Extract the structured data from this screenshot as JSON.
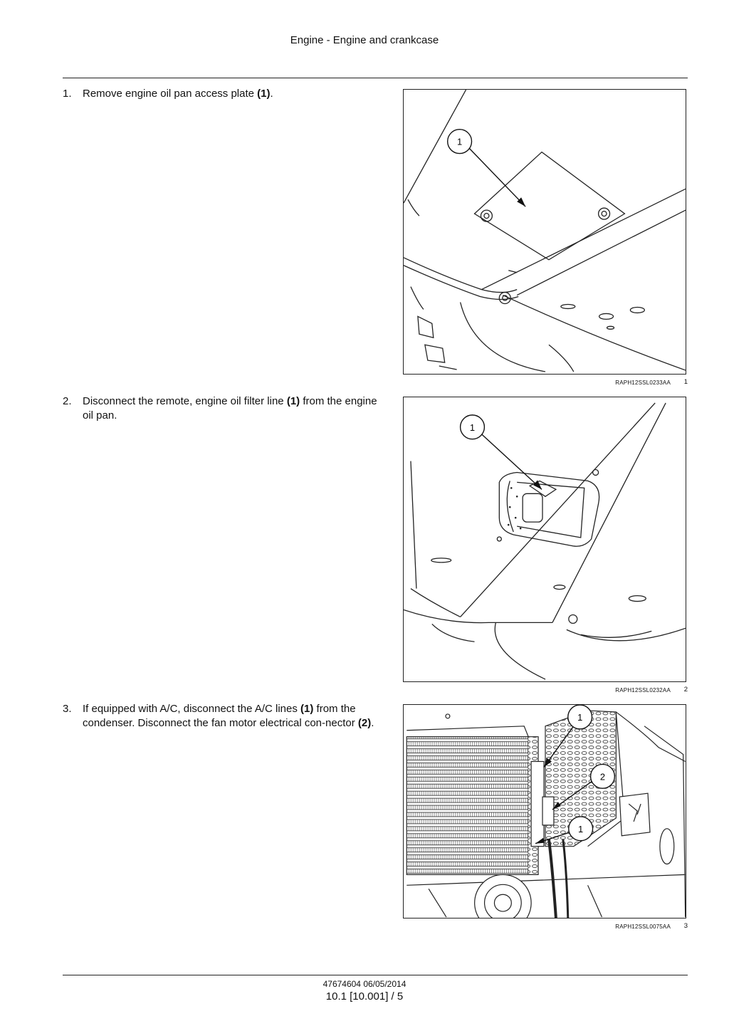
{
  "header": {
    "title": "Engine - Engine and crankcase"
  },
  "steps": [
    {
      "number": "1.",
      "text_parts": [
        "Remove engine oil pan access plate ",
        "(1)",
        "."
      ],
      "figure": {
        "ref": "RAPH12SSL0233AA",
        "number": "1",
        "callouts": [
          "1"
        ]
      }
    },
    {
      "number": "2.",
      "text_parts": [
        "Disconnect the remote, engine oil filter line ",
        "(1)",
        " from the engine oil pan."
      ],
      "figure": {
        "ref": "RAPH12SSL0232AA",
        "number": "2",
        "callouts": [
          "1"
        ]
      }
    },
    {
      "number": "3.",
      "text_parts": [
        "If equipped with A/C, disconnect the A/C lines ",
        "(1)",
        " from the condenser.  Disconnect the fan motor electrical con-nector ",
        "(2)",
        "."
      ],
      "figure": {
        "ref": "RAPH12SSL0075AA",
        "number": "3",
        "callouts": [
          "1",
          "2",
          "1"
        ]
      }
    }
  ],
  "footer": {
    "doc_id": "47674604 06/05/2014",
    "page_ref": "10.1 [10.001] / 5"
  }
}
